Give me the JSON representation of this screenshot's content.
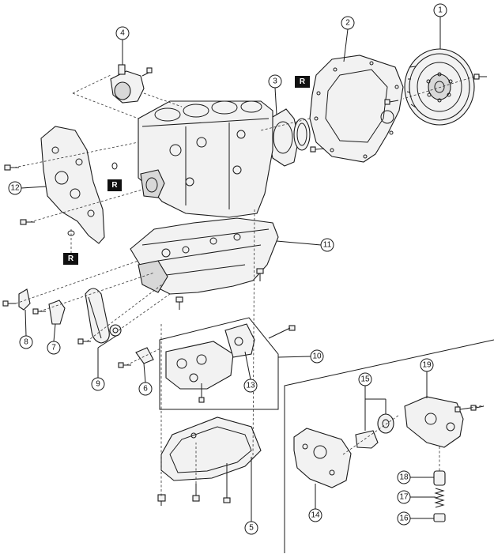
{
  "callouts": {
    "c1": "1",
    "c2": "2",
    "c3": "3",
    "c4": "4",
    "c5": "5",
    "c6": "6",
    "c7": "7",
    "c8": "8",
    "c9": "9",
    "c10": "10",
    "c11": "11",
    "c12": "12",
    "c13": "13",
    "c14": "14",
    "c15": "15",
    "c16": "16",
    "c17": "17",
    "c18": "18",
    "c19": "19"
  },
  "replace_mark": "R"
}
